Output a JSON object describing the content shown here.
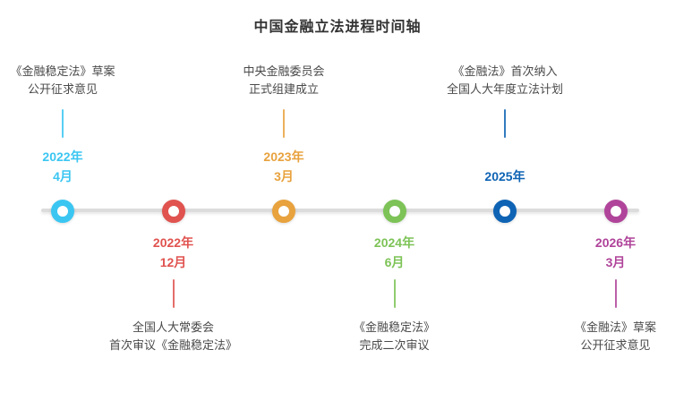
{
  "title": "中国金融立法进程时间轴",
  "palette": {
    "background": "#ffffff",
    "title_color": "#333333",
    "body_text_color": "#4a4a4a",
    "axis_color": "#dcdcdc"
  },
  "timeline": {
    "events": [
      {
        "date_lines": [
          "2022年",
          "4月"
        ],
        "text_lines": [
          "《金融稳定法》草案",
          "公开征求意见"
        ],
        "color": "#3bc6f2",
        "position": "above"
      },
      {
        "date_lines": [
          "2022年",
          "12月"
        ],
        "text_lines": [
          "全国人大常委会",
          "首次审议《金融稳定法》"
        ],
        "color": "#e0534f",
        "position": "below"
      },
      {
        "date_lines": [
          "2023年",
          "3月"
        ],
        "text_lines": [
          "中央金融委员会",
          "正式组建成立"
        ],
        "color": "#e8a23e",
        "position": "above"
      },
      {
        "date_lines": [
          "2024年",
          "6月"
        ],
        "text_lines": [
          "《金融稳定法》",
          "完成二次审议"
        ],
        "color": "#7dc357",
        "position": "below"
      },
      {
        "date_lines": [
          "2025年"
        ],
        "text_lines": [
          "《金融法》首次纳入",
          "全国人大年度立法计划"
        ],
        "color": "#0e63b4",
        "position": "above"
      },
      {
        "date_lines": [
          "2026年",
          "3月"
        ],
        "text_lines": [
          "《金融法》草案",
          "公开征求意见"
        ],
        "color": "#b0449a",
        "position": "below"
      }
    ]
  }
}
